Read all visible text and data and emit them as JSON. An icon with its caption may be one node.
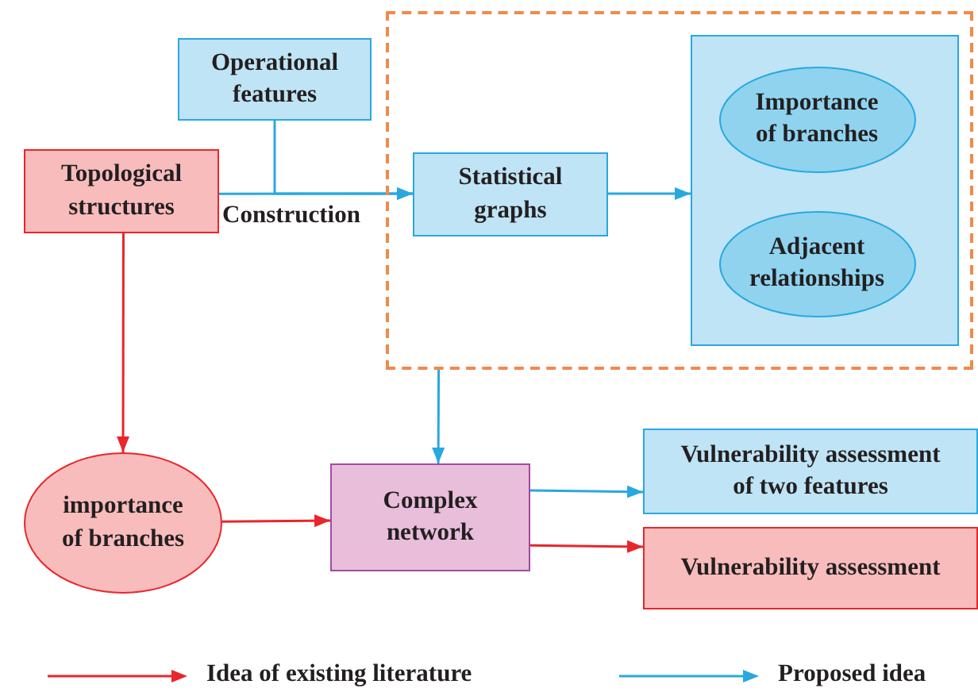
{
  "diagram": {
    "nodes": [
      {
        "text": [],
        "shape": "box"
      },
      {
        "text": [
          "Operational features"
        ]
      },
      {
        "text": [
          "Topological structures"
        ]
      },
      {
        "text": [
          "Statistical graphs"
        ],
        "in": 0
      },
      {
        "text": [],
        "shape": "box",
        "in": 0
      },
      {
        "text": [
          "Importance of branches"
        ],
        "in": 4
      },
      {
        "text": [
          "Adjacent relationships"
        ],
        "in": 4
      },
      {
        "text": [
          "importance of branches"
        ]
      },
      {
        "text": [
          "Complex network"
        ]
      },
      {
        "text": [
          "Vulnerability assessment of two features"
        ]
      },
      {
        "text": [
          "Vulnerability assessment"
        ]
      }
    ],
    "edges": [
      {
        "from": 2,
        "to": 3,
        "arrow": "to",
        "label": "Construction"
      },
      {
        "from": 1,
        "to": 3,
        "arrow": "to"
      },
      {
        "from": 3,
        "to": 4,
        "arrow": "to"
      },
      {
        "from": 0,
        "to": 8,
        "arrow": "to"
      },
      {
        "from": 2,
        "to": 7,
        "arrow": "to",
        "color": "#e8262b"
      },
      {
        "from": 7,
        "to": 8,
        "arrow": "to",
        "color": "#e8262b"
      },
      {
        "from": 8,
        "to": 9,
        "arrow": "to"
      },
      {
        "from": 8,
        "to": 10,
        "arrow": "to",
        "color": "#e8262b"
      }
    ],
    "legend": [
      {
        "text": "Idea of existing literature",
        "color": "#e8262b"
      },
      {
        "text": "Proposed idea",
        "color": "#29a8e0"
      }
    ]
  }
}
